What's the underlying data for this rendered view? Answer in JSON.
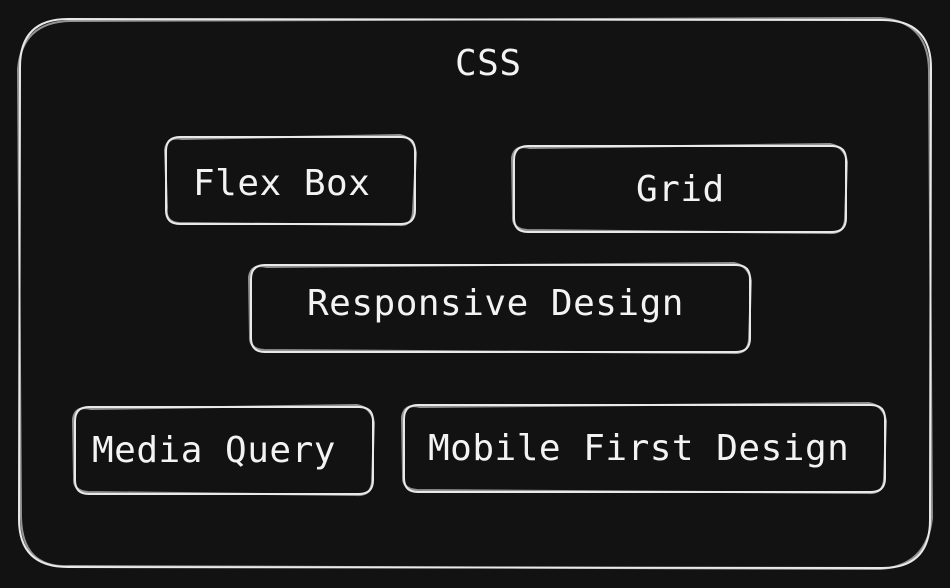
{
  "diagram": {
    "title": "CSS",
    "nodes": [
      {
        "id": "flex-box",
        "label": "Flex Box"
      },
      {
        "id": "grid",
        "label": "Grid"
      },
      {
        "id": "responsive-design",
        "label": "Responsive Design"
      },
      {
        "id": "media-query",
        "label": "Media Query"
      },
      {
        "id": "mobile-first-design",
        "label": "Mobile First Design"
      }
    ]
  },
  "colors": {
    "background": "#121212",
    "stroke": "#e9e9e9",
    "text": "#f3f3f3"
  }
}
